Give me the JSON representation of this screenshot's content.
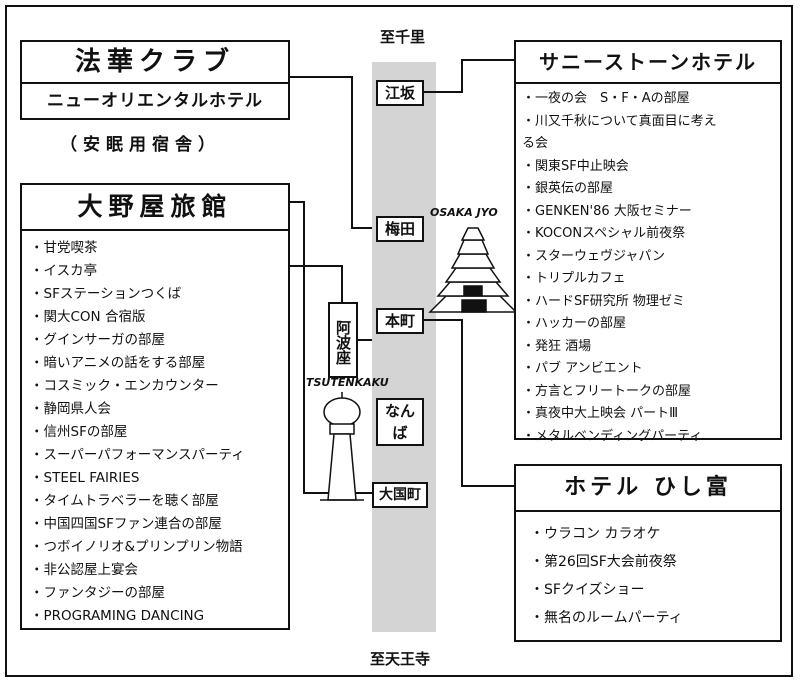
{
  "top_label": "至千里",
  "bottom_label": "至天王寺",
  "stations": {
    "esaka": "江坂",
    "umeda": "梅田",
    "honmachi": "本町",
    "namba": "なんば",
    "daikokucho": "大国町",
    "abeno": "阿波座"
  },
  "landmarks": {
    "osaka_jyo": "OSAKA JYO",
    "tsutenkaku": "TSUTENKAKU"
  },
  "hokke": {
    "title": "法華クラブ",
    "subtitle": "ニューオリエンタルホテル",
    "note": "（安眠用宿舎）"
  },
  "ohnoya": {
    "title": "大野屋旅館",
    "items": [
      "甘党喫茶",
      "イスカ亭",
      "SFステーションつくば",
      "関大CON 合宿版",
      "グインサーガの部屋",
      "暗いアニメの話をする部屋",
      "コスミック・エンカウンター",
      "静岡県人会",
      "信州SFの部屋",
      "スーパーパフォーマンスパーティ",
      "STEEL FAIRIES",
      "タイムトラベラーを聴く部屋",
      "中国四国SFファン連合の部屋",
      "つボイノリオ&プリンプリン物語",
      "非公認屋上宴会",
      "ファンタジーの部屋",
      "PROGRAMING DANCING"
    ]
  },
  "sunnystone": {
    "title": "サニーストーンホテル",
    "items": [
      "一夜の会　S・F・Aの部屋",
      "川又千秋について真面目に考える会",
      "関東SF中止映会",
      "銀英伝の部屋",
      "GENKEN'86 大阪セミナー",
      "KOCONスペシャル前夜祭",
      "スターウェヴジャパン",
      "トリプルカフェ",
      "ハードSF研究所 物理ゼミ",
      "ハッカーの部屋",
      "発狂 酒場",
      "パブ アンビエント",
      "方言とフリートークの部屋",
      "真夜中大上映会 パートⅢ",
      "メタルベンディングパーティ"
    ]
  },
  "hishitomi": {
    "title": "ホテル ひし富",
    "items": [
      "ウラコン カラオケ",
      "第26回SF大会前夜祭",
      "SFクイズショー",
      "無名のルームパーティ"
    ]
  }
}
